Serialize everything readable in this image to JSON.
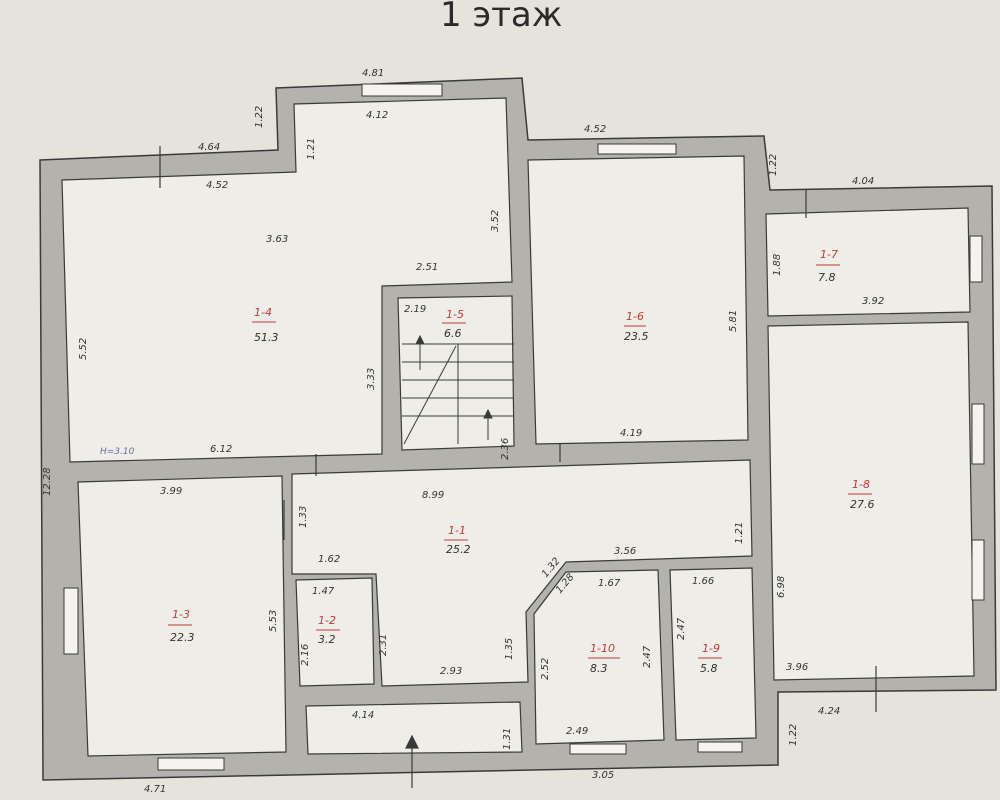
{
  "title": "1 этаж",
  "rooms": [
    {
      "key": "r4",
      "id": "1-4",
      "area": "51.3"
    },
    {
      "key": "r6",
      "id": "1-6",
      "area": "23.5"
    },
    {
      "key": "r7",
      "id": "1-7",
      "area": "7.8"
    },
    {
      "key": "r8",
      "id": "1-8",
      "area": "27.6"
    },
    {
      "key": "r5",
      "id": "1-5",
      "area": "6.6"
    },
    {
      "key": "r1",
      "id": "1-1",
      "area": "25.2"
    },
    {
      "key": "r3",
      "id": "1-3",
      "area": "22.3"
    },
    {
      "key": "r2",
      "id": "1-2",
      "area": "3.2"
    },
    {
      "key": "r10",
      "id": "1-10",
      "area": "8.3"
    },
    {
      "key": "r9",
      "id": "1-9",
      "area": "5.8"
    }
  ],
  "dimensions": [
    {
      "key": "d_top_bay_outer",
      "text": "4.81"
    },
    {
      "key": "d_top_bay_inner",
      "text": "4.12"
    },
    {
      "key": "d_top_left_outer",
      "text": "4.64"
    },
    {
      "key": "d_top_left_inner",
      "text": "4.52"
    },
    {
      "key": "d_bay_side_outer",
      "text": "1.22"
    },
    {
      "key": "d_bay_side_inner",
      "text": "1.21"
    },
    {
      "key": "d_r4_inner_w",
      "text": "3.63"
    },
    {
      "key": "d_r4_right",
      "text": "3.52"
    },
    {
      "key": "d_r4_step",
      "text": "2.51"
    },
    {
      "key": "d_r4_left",
      "text": "5.52"
    },
    {
      "key": "d_r4_stair_side",
      "text": "3.33"
    },
    {
      "key": "d_r4_bottom",
      "text": "6.12"
    },
    {
      "key": "d_r6_top_outer",
      "text": "4.52"
    },
    {
      "key": "d_r6_right",
      "text": "5.81"
    },
    {
      "key": "d_r6_bottom",
      "text": "4.19"
    },
    {
      "key": "d_right_step",
      "text": "1.22"
    },
    {
      "key": "d_r7_top_outer",
      "text": "4.04"
    },
    {
      "key": "d_r7_height",
      "text": "1.88"
    },
    {
      "key": "d_r7_bottom",
      "text": "3.92"
    },
    {
      "key": "d_stair_small",
      "text": "2.19"
    },
    {
      "key": "d_stair_height",
      "text": "2.36"
    },
    {
      "key": "d_r3_top",
      "text": "3.99"
    },
    {
      "key": "d_r3_right",
      "text": "5.53"
    },
    {
      "key": "d_left_outer",
      "text": "12.28"
    },
    {
      "key": "d_r1_width",
      "text": "8.99"
    },
    {
      "key": "d_r1_left_short",
      "text": "1.33"
    },
    {
      "key": "d_r1_right_short",
      "text": "1.21"
    },
    {
      "key": "d_r2_top_outer",
      "text": "1.62"
    },
    {
      "key": "d_r2_top_inner",
      "text": "1.47"
    },
    {
      "key": "d_r2_left",
      "text": "2.16"
    },
    {
      "key": "d_r2_right",
      "text": "2.31"
    },
    {
      "key": "d_diag_outer",
      "text": "1.32"
    },
    {
      "key": "d_diag_inner",
      "text": "1.28"
    },
    {
      "key": "d_r1_lower_right",
      "text": "3.56"
    },
    {
      "key": "d_r1_lower_left",
      "text": "1.35"
    },
    {
      "key": "d_r1_bottom",
      "text": "2.93"
    },
    {
      "key": "d_r10_top",
      "text": "1.67"
    },
    {
      "key": "d_r10_left",
      "text": "2.52"
    },
    {
      "key": "d_r10_right",
      "text": "2.47"
    },
    {
      "key": "d_r10_bottom",
      "text": "2.49"
    },
    {
      "key": "d_r9_top",
      "text": "1.66"
    },
    {
      "key": "d_r9_left",
      "text": "2.47"
    },
    {
      "key": "d_r8_left",
      "text": "6.98"
    },
    {
      "key": "d_r8_bottom",
      "text": "3.96"
    },
    {
      "key": "d_r8_outer_bottom",
      "text": "4.24"
    },
    {
      "key": "d_right_low_step",
      "text": "1.22"
    },
    {
      "key": "d_vest_top",
      "text": "4.14"
    },
    {
      "key": "d_vest_right",
      "text": "1.31"
    },
    {
      "key": "d_bottom_left",
      "text": "4.71"
    },
    {
      "key": "d_bottom_mid",
      "text": "3.05"
    }
  ],
  "height_mark": "H=3.10",
  "colors": {
    "wall": "#b3b2ad",
    "wall_stroke": "#3a3a3a",
    "paper": "#e6e3dc",
    "room_fill": "#efede7",
    "room_id": "#c23a3a"
  }
}
